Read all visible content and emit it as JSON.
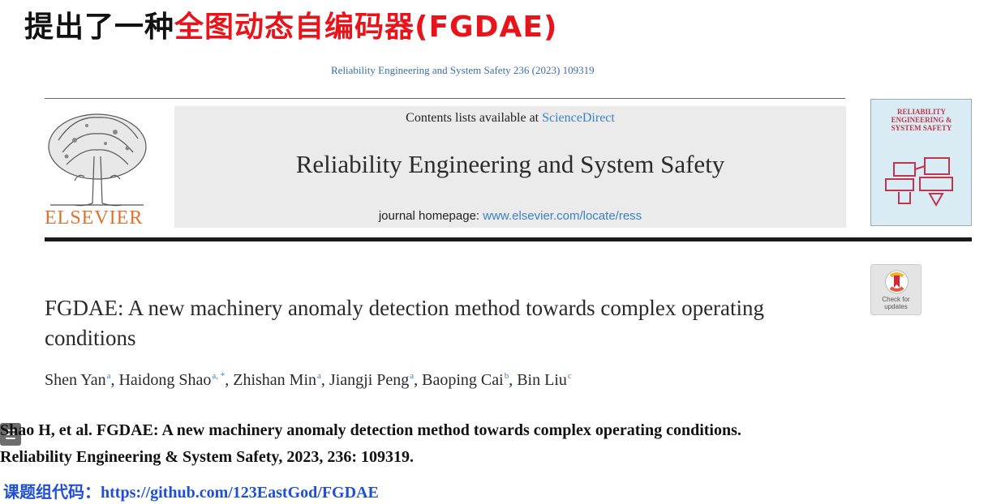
{
  "slide": {
    "title_prefix": "提出了一种",
    "title_highlight": "全图动态自编码器(FGDAE)"
  },
  "journal_header": {
    "citation": "Reliability Engineering and System Safety 236 (2023) 109319",
    "contents_prefix": "Contents lists available at ",
    "contents_link": "ScienceDirect",
    "journal_name": "Reliability Engineering and System Safety",
    "homepage_prefix": "journal homepage: ",
    "homepage_link": "www.elsevier.com/locate/ress",
    "publisher": "ELSEVIER",
    "cover_title": "RELIABILITY ENGINEERING & SYSTEM SAFETY"
  },
  "check_badge": {
    "label_line1": "Check for",
    "label_line2": "updates"
  },
  "paper": {
    "title": "FGDAE: A new machinery anomaly detection method towards complex operating conditions",
    "authors": [
      {
        "name": "Shen Yan",
        "aff": "a",
        "sep": ", "
      },
      {
        "name": "Haidong Shao",
        "aff": "a, *",
        "sep": ", "
      },
      {
        "name": "Zhishan Min",
        "aff": "a",
        "sep": ", "
      },
      {
        "name": "Jiangji Peng",
        "aff": "a",
        "sep": ", "
      },
      {
        "name": "Baoping Cai",
        "aff": "b",
        "sep": ", "
      },
      {
        "name": "Bin Liu",
        "aff": "c",
        "sep": ""
      }
    ]
  },
  "reference": {
    "line1": "Shao H, et al. FGDAE: A new machinery anomaly detection method towards complex operating conditions.",
    "line2": "Reliability Engineering & System Safety, 2023, 236: 109319."
  },
  "code": {
    "label": "课题组代码：",
    "url": "https://github.com/123EastGod/FGDAE"
  },
  "colors": {
    "title_red": "#e8141b",
    "link_blue": "#3b82c4",
    "elsevier_orange": "#e1712e",
    "code_blue": "#1f4fd6"
  }
}
